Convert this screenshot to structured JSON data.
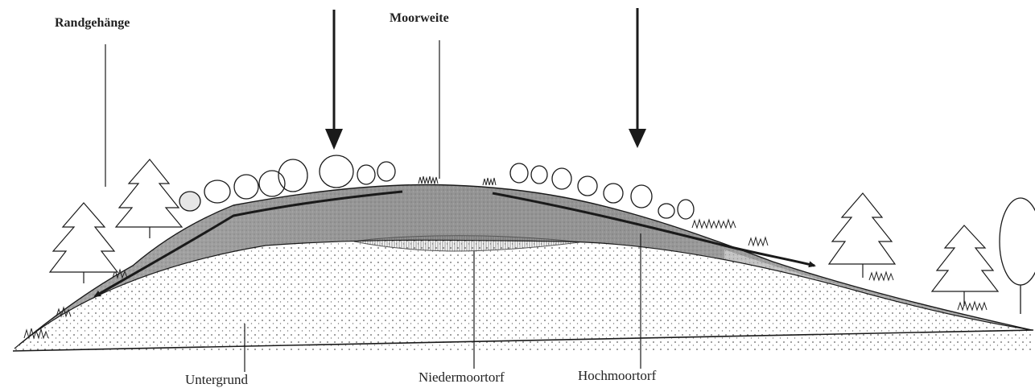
{
  "labels": {
    "top_left": "Randgehänge",
    "top_center": "Moorweite",
    "bottom_1": "Untergrund",
    "bottom_2": "Niedermoortorf",
    "bottom_3": "Hochmoortorf"
  },
  "colors": {
    "ink": "#1a1a1a",
    "peat_dark": "#7f7f7f",
    "peat_light": "#bdbdbd",
    "fen_peat": "#9a9a9a",
    "subsoil_dot": "#6a6a6a"
  }
}
